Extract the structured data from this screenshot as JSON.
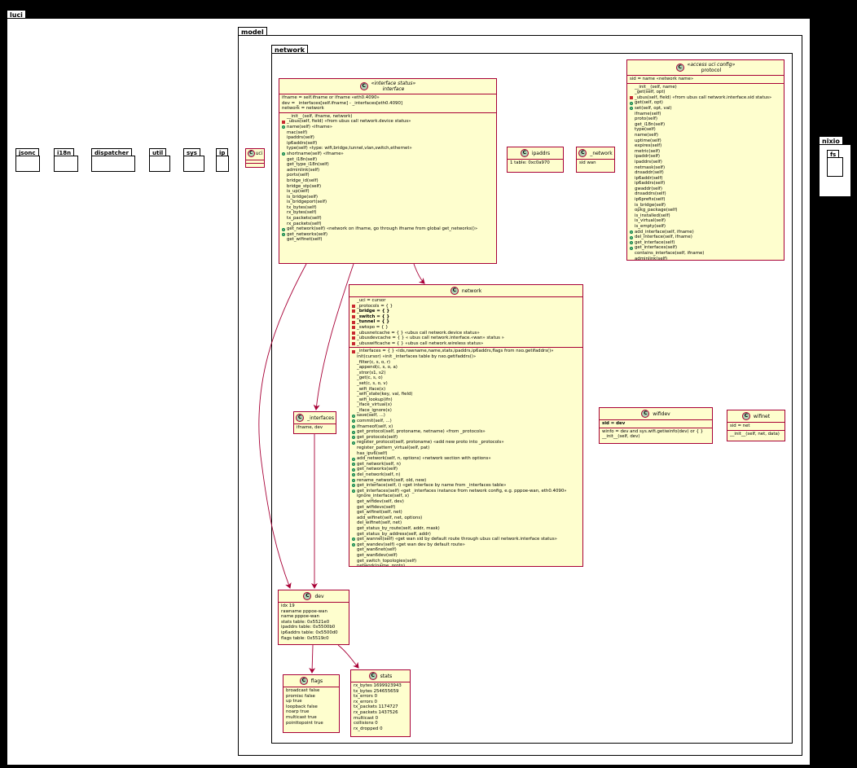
{
  "packages": {
    "luci": "luci",
    "model": "model",
    "network": "network",
    "nixio": "nixio",
    "fs": "fs",
    "jsonc": "jsonc",
    "i18n": "i18n",
    "dispatcher": "dispatcher",
    "util": "util",
    "sys": "sys",
    "ip": "ip"
  },
  "classes": {
    "uci": {
      "name": "uci"
    },
    "interface": {
      "stereotype": "«interface status»",
      "name": "interface",
      "fields": [
        "ifname = self.ifname or ifname «eth0.4090»",
        "dev = _interfaces[self.ifname] - _interfaces[eth0.4090]",
        "network = network"
      ],
      "methods": [
        {
          "v": "none",
          "t": "__init__(self, ifname, network)"
        },
        {
          "v": "priv",
          "t": "_ubus(self, field) «from ubus call network.device status»"
        },
        {
          "v": "pub",
          "t": "name(self) «ifname»"
        },
        {
          "v": "none",
          "t": "mac(self)"
        },
        {
          "v": "none",
          "t": "ipaddrs(self)"
        },
        {
          "v": "none",
          "t": "ip6addrs(self)"
        },
        {
          "v": "none",
          "t": "type(self) «type: wifi,bridge,tunnel,vlan,switch,ethernet»"
        },
        {
          "v": "pub",
          "t": "shortname(self) «ifname»"
        },
        {
          "v": "none",
          "t": "get_i18n(self)"
        },
        {
          "v": "none",
          "t": "get_type_i18n(self)"
        },
        {
          "v": "none",
          "t": "adminlink(self)"
        },
        {
          "v": "none",
          "t": "ports(self)"
        },
        {
          "v": "none",
          "t": "bridge_id(self)"
        },
        {
          "v": "none",
          "t": "bridge_stp(self)"
        },
        {
          "v": "none",
          "t": "is_up(self)"
        },
        {
          "v": "none",
          "t": "is_bridge(self)"
        },
        {
          "v": "none",
          "t": "is_bridgeport(self)"
        },
        {
          "v": "none",
          "t": "tx_bytes(self)"
        },
        {
          "v": "none",
          "t": "rx_bytes(self)"
        },
        {
          "v": "none",
          "t": "tx_packets(self)"
        },
        {
          "v": "none",
          "t": "rx_packets(self)"
        },
        {
          "v": "pub",
          "t": "get_network(self) «network on ifname, go through ifname from global get_networks()»"
        },
        {
          "v": "pub",
          "t": "get_networks(self)"
        },
        {
          "v": "none",
          "t": "get_wifinet(self)"
        }
      ]
    },
    "ipaddrs": {
      "name": "ipaddrs",
      "fields": [
        "1        table: 0xc0a970"
      ]
    },
    "_network": {
      "name": "_network",
      "fields": [
        "sid    wan"
      ]
    },
    "protocol": {
      "stereotype": "«access uci config»",
      "name": "protocol",
      "fields": [
        "sid = name «network name»"
      ],
      "methods": [
        {
          "v": "none",
          "t": "__init__(self, name)"
        },
        {
          "v": "none",
          "t": "_get(self, opt)"
        },
        {
          "v": "priv",
          "t": "_ubus(self, field) «from ubus call network.interface.sid status»"
        },
        {
          "v": "pub",
          "t": "get(self, opt)"
        },
        {
          "v": "pub",
          "t": "set(self, opt, val)"
        },
        {
          "v": "none",
          "t": "ifname(self)"
        },
        {
          "v": "none",
          "t": "proto(self)"
        },
        {
          "v": "none",
          "t": "get_i18n(self)"
        },
        {
          "v": "none",
          "t": "type(self)"
        },
        {
          "v": "none",
          "t": "name(self)"
        },
        {
          "v": "none",
          "t": "uptime(self)"
        },
        {
          "v": "none",
          "t": "expires(self)"
        },
        {
          "v": "none",
          "t": "metric(self)"
        },
        {
          "v": "none",
          "t": "ipaddr(self)"
        },
        {
          "v": "none",
          "t": "ipaddrs(self)"
        },
        {
          "v": "none",
          "t": "netmask(self)"
        },
        {
          "v": "none",
          "t": "dnsaddr(self)"
        },
        {
          "v": "none",
          "t": "ip6addr(self)"
        },
        {
          "v": "none",
          "t": "ip6addrs(self)"
        },
        {
          "v": "none",
          "t": "gwaddr(self)"
        },
        {
          "v": "none",
          "t": "dnsaddrs(self)"
        },
        {
          "v": "none",
          "t": "ip6prefix(self)"
        },
        {
          "v": "none",
          "t": "is_bridge(self)"
        },
        {
          "v": "none",
          "t": "opkg_package(self)"
        },
        {
          "v": "none",
          "t": "is_installed(self)"
        },
        {
          "v": "none",
          "t": "is_virtual(self)"
        },
        {
          "v": "none",
          "t": "is_empty(self)"
        },
        {
          "v": "pub",
          "t": "add_interface(self, ifname)"
        },
        {
          "v": "pub",
          "t": "del_interface(self, ifname)"
        },
        {
          "v": "pub",
          "t": "get_interface(self)"
        },
        {
          "v": "pub",
          "t": "get_interfaces(self)"
        },
        {
          "v": "none",
          "t": "contains_interface(self, ifname)"
        },
        {
          "v": "none",
          "t": "adminlink(self)"
        }
      ]
    },
    "network": {
      "name": "network",
      "fields": [
        {
          "v": "none",
          "t": "_uci = cursor",
          "b": false
        },
        {
          "v": "priv",
          "t": "_protocols = { }",
          "b": false
        },
        {
          "v": "priv",
          "t": "_bridge = { }",
          "b": true
        },
        {
          "v": "priv",
          "t": "_switch = { }",
          "b": true
        },
        {
          "v": "priv",
          "t": "_tunnel = { }",
          "b": true
        },
        {
          "v": "priv",
          "t": "_swtopo = { }",
          "b": false
        },
        {
          "v": "priv",
          "t": "_ubusnetcache = { } «ubus call network.device status»",
          "b": false
        },
        {
          "v": "priv",
          "t": "_ubusdevcache = { } « ubus call network.interface.«wan» status »",
          "b": false
        },
        {
          "v": "priv",
          "t": "_ubuswificache = { } «ubus call network.wireless status»",
          "b": false
        }
      ],
      "methods": [
        {
          "v": "priv",
          "t": "_interfaces = { } «ids,rawname,name,stats,ipaddrs,ip6addrs,flags from nxo.getifaddrs()»"
        },
        {
          "v": "none",
          "t": "init(cursor) «init _interfaces table by nxo.getifaddrs()»"
        },
        {
          "v": "none",
          "t": "_filter(c, s, o, r)"
        },
        {
          "v": "none",
          "t": "_append(c, s, o, a)"
        },
        {
          "v": "none",
          "t": "_stror(s1, s2)"
        },
        {
          "v": "none",
          "t": "_get(c, s, o)"
        },
        {
          "v": "none",
          "t": "_set(c, s, o, v)"
        },
        {
          "v": "none",
          "t": "_wifi_iface(x)"
        },
        {
          "v": "none",
          "t": "_wifi_state(key, val, field)"
        },
        {
          "v": "none",
          "t": "_wifi_lookup(ifn)"
        },
        {
          "v": "none",
          "t": "_iface_virtual(x)"
        },
        {
          "v": "none",
          "t": "_iface_ignore(x)"
        },
        {
          "v": "pub",
          "t": "save(self, ...)"
        },
        {
          "v": "pub",
          "t": "commit(self, ...)"
        },
        {
          "v": "pub",
          "t": "ifnameof(self, x)"
        },
        {
          "v": "pub",
          "t": "get_protocol(self, protoname, netname) «from _protocols»"
        },
        {
          "v": "pub",
          "t": "get_protocols(self)"
        },
        {
          "v": "pub",
          "t": "register_protocol(self, protoname) «add new proto into _protocols»"
        },
        {
          "v": "none",
          "t": "register_pattern_virtual(self, pat)"
        },
        {
          "v": "none",
          "t": "has_ipv6(self)"
        },
        {
          "v": "pub",
          "t": "add_network(self, n, options) «network section with options»"
        },
        {
          "v": "pub",
          "t": "get_network(self, n)"
        },
        {
          "v": "pub",
          "t": "get_networks(self)"
        },
        {
          "v": "pub",
          "t": "del_network(self, n)"
        },
        {
          "v": "pub",
          "t": "rename_network(self, old, new)"
        },
        {
          "v": "pub",
          "t": "get_interface(self, i) «get interface by name from _interfaces table»"
        },
        {
          "v": "pub",
          "t": "get_interfaces(self) «get _interfaces instance from network config, e.g. pppoe-wan, eth0.4090»"
        },
        {
          "v": "none",
          "t": "ignore_interface(self, x)"
        },
        {
          "v": "none",
          "t": "get_wifidev(self, dev)"
        },
        {
          "v": "none",
          "t": "get_wifidevs(self)"
        },
        {
          "v": "none",
          "t": "get_wifinet(self, net)"
        },
        {
          "v": "none",
          "t": "add_wifinet(self, net, options)"
        },
        {
          "v": "none",
          "t": "del_wifinet(self, net)"
        },
        {
          "v": "none",
          "t": "get_status_by_route(self, addr, mask)"
        },
        {
          "v": "none",
          "t": "get_status_by_address(self, addr)"
        },
        {
          "v": "pub",
          "t": "get_wannet(self) «get wan sid by default route through ubus call network.interface status»"
        },
        {
          "v": "pub",
          "t": "get_wandev(self) «get wan dev by default route»"
        },
        {
          "v": "none",
          "t": "get_wan6net(self)"
        },
        {
          "v": "none",
          "t": "get_wan6dev(self)"
        },
        {
          "v": "none",
          "t": "get_switch_topologies(self)"
        },
        {
          "v": "none",
          "t": "network(name, proto)"
        }
      ]
    },
    "wifidev": {
      "name": "wifidev",
      "fields": [
        "sid = dev"
      ],
      "methods": [
        "winfo = dev and sys.wifi.getiwinfo(dev) or { }",
        "__init__(self, dev)"
      ]
    },
    "wifinet": {
      "name": "wifinet",
      "fields": [
        "sid = net"
      ],
      "methods": [
        "__init__(self, net, data)"
      ]
    },
    "_interfaces": {
      "name": "_interfaces",
      "fields": [
        "ifname, dev"
      ]
    },
    "dev": {
      "name": "dev",
      "fields": [
        "idx    19",
        "rawname    pppoe-wan",
        "name          pppoe-wan",
        "stats table: 0x5521e0",
        "ipaddrs      table: 0x5500b0",
        "ip6addrs     table: 0x5500d0",
        "flags table: 0x5519c0"
      ]
    },
    "flags": {
      "name": "flags",
      "fields": [
        "broadcast  false",
        "promisc     false",
        "up      true",
        "loopback    false",
        "noarp        true",
        "multicast   true",
        "pointtopoint          true"
      ]
    },
    "stats": {
      "name": "stats",
      "fields": [
        "rx_bytes     1699923943",
        "tx_bytes     254655659",
        "tx_errors   0",
        "rx_errors   0",
        "tx_packets 1174727",
        "rx_packets 1437526",
        "multicast    0",
        "collisions   0",
        "rx_dropped        0"
      ]
    }
  },
  "colors": {
    "class_fill": "#fefece",
    "class_border": "#a80036",
    "badge": "#add1b2",
    "arrow": "#a80036"
  }
}
